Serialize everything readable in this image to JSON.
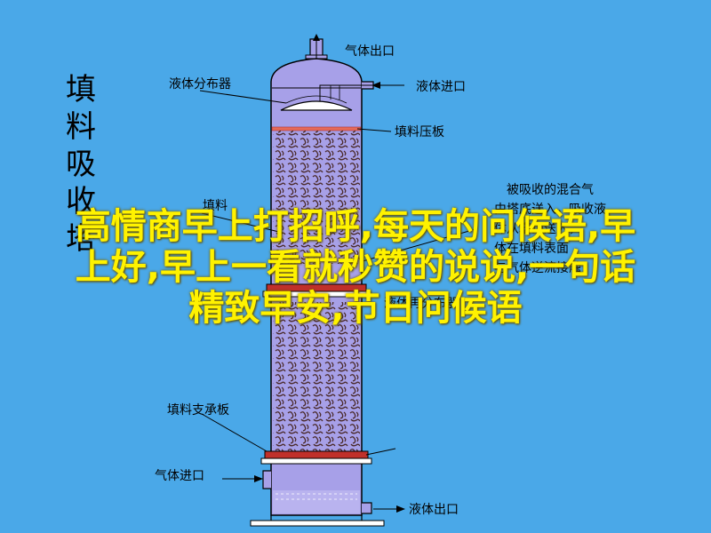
{
  "vertical_title": [
    "填",
    "料",
    "吸",
    "收",
    "塔"
  ],
  "labels": {
    "gas_outlet": "气体出口",
    "liquid_distributor": "液体分布器",
    "liquid_inlet": "液体进口",
    "packing_press_plate": "填料压板",
    "packing": "填料",
    "absorbed_gas_note": [
      "被吸收的混合气",
      "由塔底送入，吸收液",
      "体从塔顶送入，",
      "体在填料表面",
      "与气体逆流接触",
      "液体再分布器"
    ],
    "packing_support_plate": "填料支承板",
    "gas_inlet": "气体进口",
    "liquid_outlet": "液体出口"
  },
  "overlay": {
    "lines": [
      "高情商早上打招呼,每天的问候语,早",
      "上好,早上一看就秒赞的说说,一句话",
      "精致早安,节日问候语"
    ]
  },
  "colors": {
    "background": "#4aa8e8",
    "column_fill": "#a7a0e8",
    "packing_dot": "#4a2a2a",
    "plate_red": "#c0302a",
    "overlay_text": "#fff200"
  }
}
